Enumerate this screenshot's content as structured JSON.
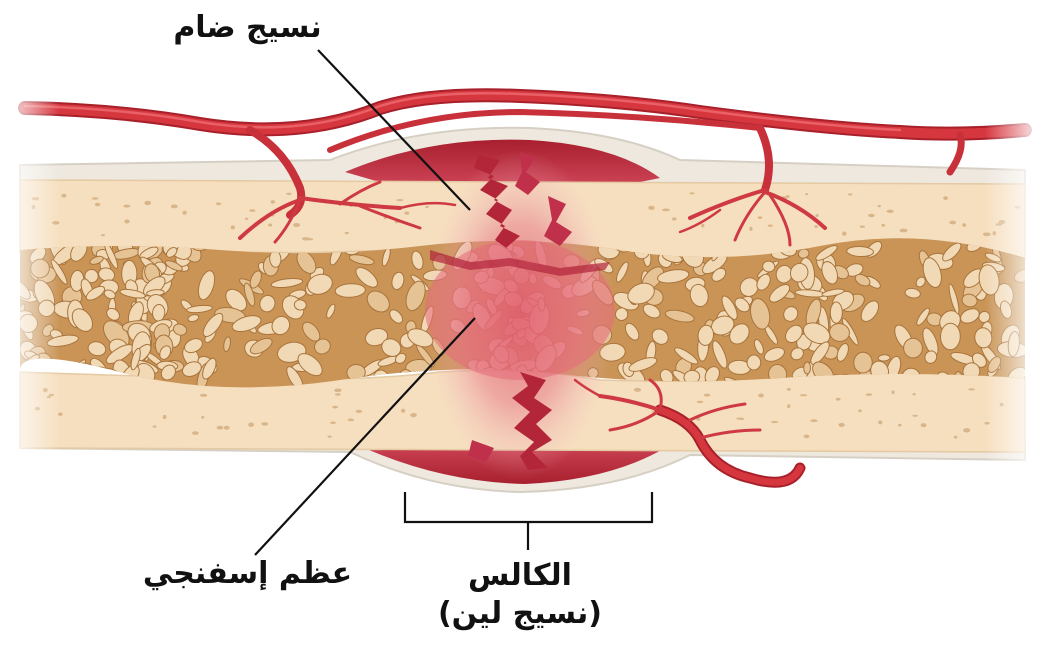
{
  "labels": {
    "connective_tissue": "نسيج ضام",
    "spongy_bone": "عظم إسفنجي",
    "callus_line1": "الكالس",
    "callus_line2": "(نسيج لين)"
  },
  "colors": {
    "compact_bone": "#f6dfbf",
    "compact_bone_edge": "#e9cfa8",
    "periosteum": "#ece6dd",
    "spongy_matrix": "#c99456",
    "spongy_pore": "#f2dcbc",
    "blood_vessel": "#d2343c",
    "blood_vessel_dark": "#a8202a",
    "callus_dark": "#b32b3a",
    "callus_light": "#f2b9c0",
    "leader_line": "#111111"
  }
}
